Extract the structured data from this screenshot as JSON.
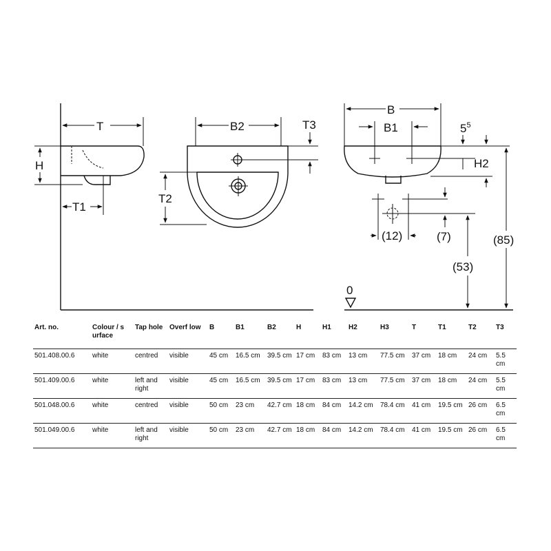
{
  "labels": {
    "T": "T",
    "H": "H",
    "T1": "T1",
    "B2": "B2",
    "T3": "T3",
    "T2": "T2",
    "B": "B",
    "B1": "B1",
    "five_base": "5",
    "five_sup": "5",
    "H2": "H2",
    "d12": "(12)",
    "d7": "(7)",
    "d53": "(53)",
    "d85": "(85)",
    "zero": "0"
  },
  "table": {
    "headers": [
      "Art. no.",
      "Colour / s urface",
      "Tap hole",
      "Overf low",
      "B",
      "B1",
      "B2",
      "H",
      "H1",
      "H2",
      "H3",
      "T",
      "T1",
      "T2",
      "T3"
    ],
    "rows": [
      [
        "501.408.00.6",
        "white",
        "centred",
        "visible",
        "45 cm",
        "16.5 cm",
        "39.5 cm",
        "17 cm",
        "83 cm",
        "13 cm",
        "77.5 cm",
        "37 cm",
        "18 cm",
        "24 cm",
        "5.5 cm"
      ],
      [
        "501.409.00.6",
        "white",
        "left and right",
        "visible",
        "45 cm",
        "16.5 cm",
        "39.5 cm",
        "17 cm",
        "83 cm",
        "13 cm",
        "77.5 cm",
        "37 cm",
        "18 cm",
        "24 cm",
        "5.5 cm"
      ],
      [
        "501.048.00.6",
        "white",
        "centred",
        "visible",
        "50 cm",
        "23 cm",
        "42.7 cm",
        "18 cm",
        "84 cm",
        "14.2 cm",
        "78.4 cm",
        "41 cm",
        "19.5 cm",
        "26 cm",
        "6.5 cm"
      ],
      [
        "501.049.00.6",
        "white",
        "left and right",
        "visible",
        "50 cm",
        "23 cm",
        "42.7 cm",
        "18 cm",
        "84 cm",
        "14.2 cm",
        "78.4 cm",
        "41 cm",
        "19.5 cm",
        "26 cm",
        "6.5 cm"
      ]
    ]
  }
}
